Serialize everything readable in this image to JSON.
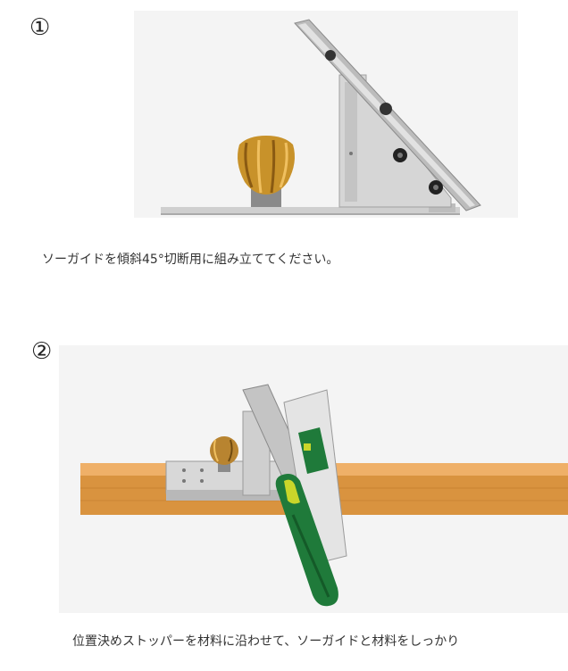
{
  "steps": [
    {
      "number": "①",
      "caption": "ソーガイドを傾斜45°切断用に組み立ててください。"
    },
    {
      "number": "②",
      "caption": "位置決めストッパーを材料に沿わせて、ソーガイドと材料をしっかり"
    }
  ],
  "colors": {
    "wood": "#d9933f",
    "metal": "#c8c8c8",
    "knob": "#c8922a",
    "handle": "#1f7a3a",
    "handle_accent": "#c9d62a"
  }
}
